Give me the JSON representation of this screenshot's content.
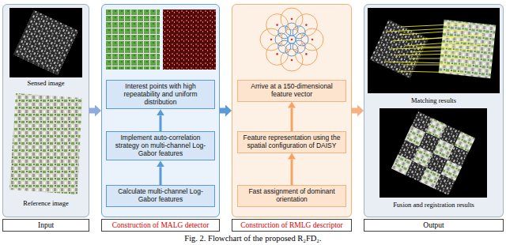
{
  "diagram": {
    "caption": "Fig. 2. Flowchart of the proposed R₂FD₂.",
    "nodes": [
      {
        "text": [
          "Input"
        ]
      },
      {
        "text": [
          "Construction of MALG detector"
        ]
      },
      {
        "text": [
          "Interest points with high repeatability and uniform distribution"
        ],
        "in": 1
      },
      {
        "text": [
          "Implement auto-correlation strategy on multi-channel Log-Gabor features"
        ],
        "in": 1
      },
      {
        "text": [
          "Calculate multi-channel Log-Gabor features"
        ],
        "in": 1
      },
      {
        "text": [
          "Construction of RMLG descriptor"
        ]
      },
      {
        "text": [
          "Arrive at a 150-dimensional feature vector"
        ],
        "in": 5
      },
      {
        "text": [
          "Feature representation using the spatial configuration of DAISY"
        ],
        "in": 5
      },
      {
        "text": [
          "Fast assignment of dominant orientation"
        ],
        "in": 5
      },
      {
        "text": [
          "Output"
        ]
      }
    ],
    "edges": [
      {
        "from": 0,
        "to": 1,
        "arrow": "to"
      },
      {
        "from": 1,
        "to": 5,
        "arrow": "to"
      },
      {
        "from": 5,
        "to": 9,
        "arrow": "to"
      },
      {
        "from": 4,
        "to": 3,
        "arrow": "to"
      },
      {
        "from": 3,
        "to": 2,
        "arrow": "to"
      },
      {
        "from": 8,
        "to": 7,
        "arrow": "to"
      },
      {
        "from": 7,
        "to": 6,
        "arrow": "to"
      }
    ],
    "labels": [
      "Sensed image",
      "Reference image",
      "Matching results",
      "Fusion and registration results"
    ]
  }
}
